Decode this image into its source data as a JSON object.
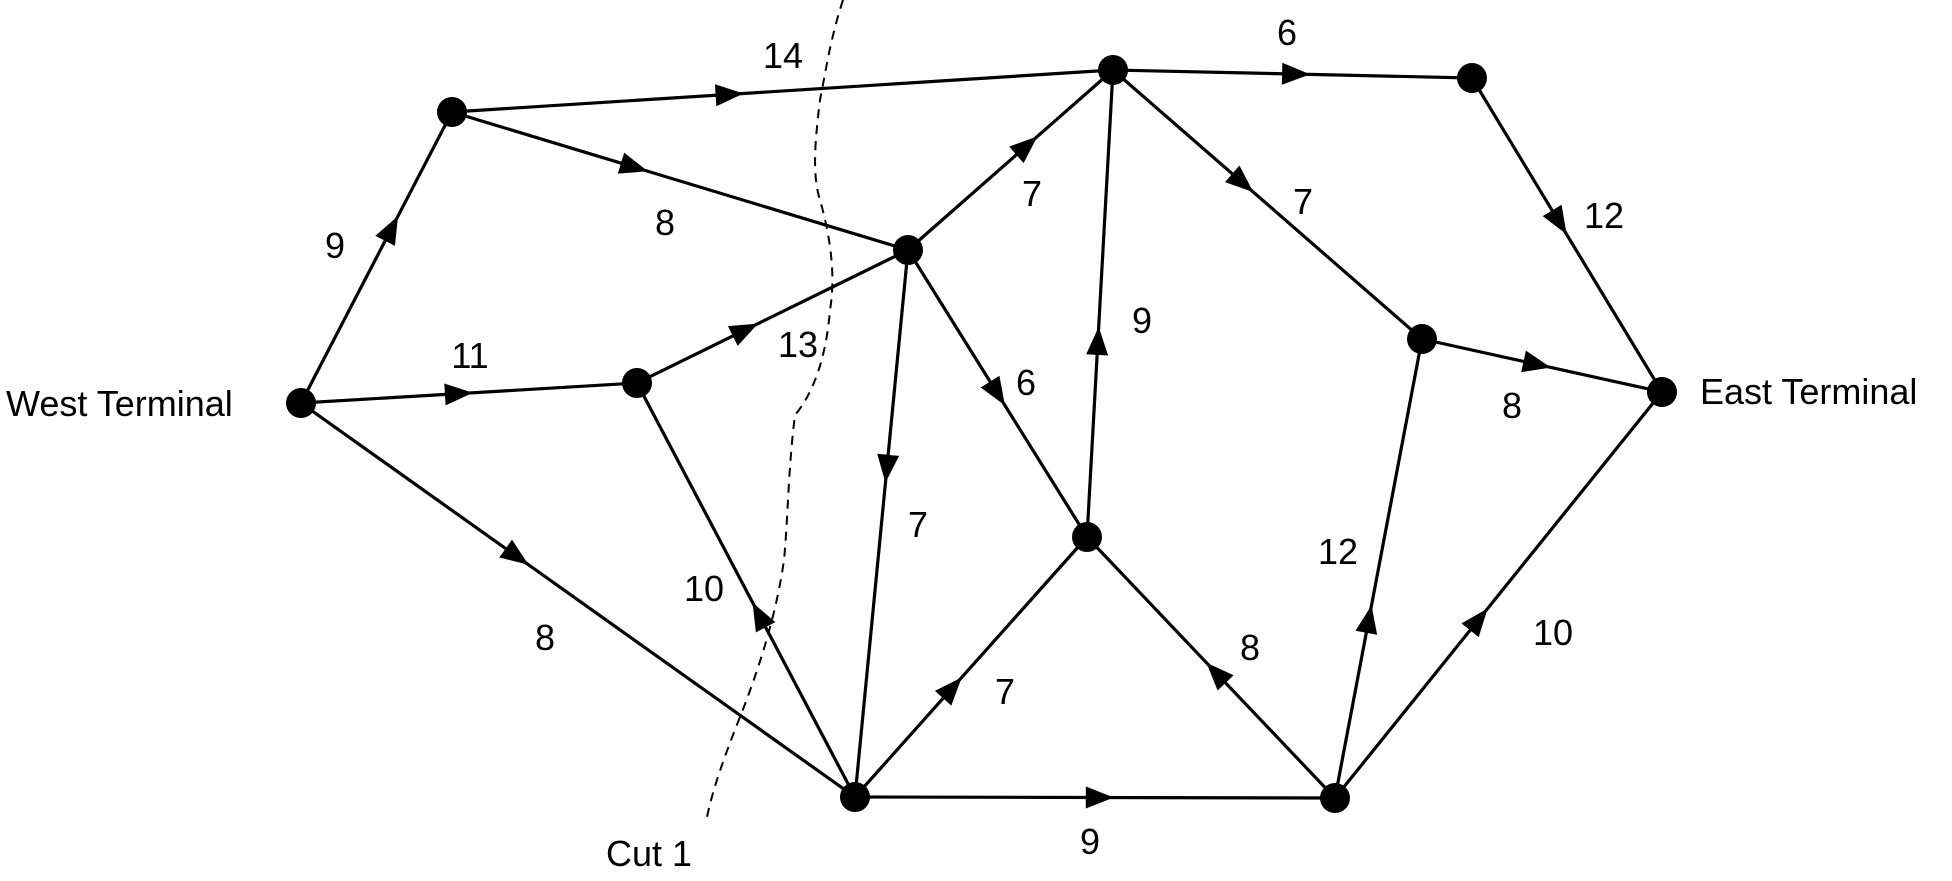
{
  "diagram": {
    "colors": {
      "ink": "#000000",
      "background": "#ffffff"
    },
    "terminals": {
      "west": "West Terminal",
      "east": "East Terminal"
    },
    "cut": {
      "label": "Cut 1"
    },
    "nodes": [
      "west",
      "a",
      "b",
      "c",
      "d",
      "e",
      "f",
      "g",
      "h",
      "i",
      "j",
      "east"
    ],
    "edges": [
      {
        "id": "west-a",
        "from": "west",
        "to": "a",
        "weight": "9"
      },
      {
        "id": "west-b",
        "from": "west",
        "to": "b",
        "weight": "11"
      },
      {
        "id": "west-i",
        "from": "west",
        "to": "i",
        "weight": "8"
      },
      {
        "id": "a-d",
        "from": "a",
        "to": "d",
        "weight": "14"
      },
      {
        "id": "a-c",
        "from": "a",
        "to": "c",
        "weight": "8"
      },
      {
        "id": "b-c",
        "from": "b",
        "to": "c",
        "weight": "13"
      },
      {
        "id": "i-b",
        "from": "i",
        "to": "b",
        "weight": "10"
      },
      {
        "id": "c-d",
        "from": "c",
        "to": "d",
        "weight": "7"
      },
      {
        "id": "c-i",
        "from": "c",
        "to": "i",
        "weight": "7"
      },
      {
        "id": "c-h",
        "from": "c",
        "to": "h",
        "weight": "6"
      },
      {
        "id": "d-e",
        "from": "d",
        "to": "e",
        "weight": "6"
      },
      {
        "id": "d-f",
        "from": "d",
        "to": "f",
        "weight": "7"
      },
      {
        "id": "h-d",
        "from": "h",
        "to": "d",
        "weight": "9"
      },
      {
        "id": "e-east",
        "from": "e",
        "to": "east",
        "weight": "12"
      },
      {
        "id": "f-east",
        "from": "f",
        "to": "east",
        "weight": "8"
      },
      {
        "id": "i-h",
        "from": "i",
        "to": "h",
        "weight": "7"
      },
      {
        "id": "i-j",
        "from": "i",
        "to": "j",
        "weight": "9"
      },
      {
        "id": "j-h",
        "from": "j",
        "to": "h",
        "weight": "8"
      },
      {
        "id": "j-f",
        "from": "j",
        "to": "f",
        "weight": "12"
      },
      {
        "id": "j-east",
        "from": "j",
        "to": "east",
        "weight": "10"
      }
    ]
  }
}
